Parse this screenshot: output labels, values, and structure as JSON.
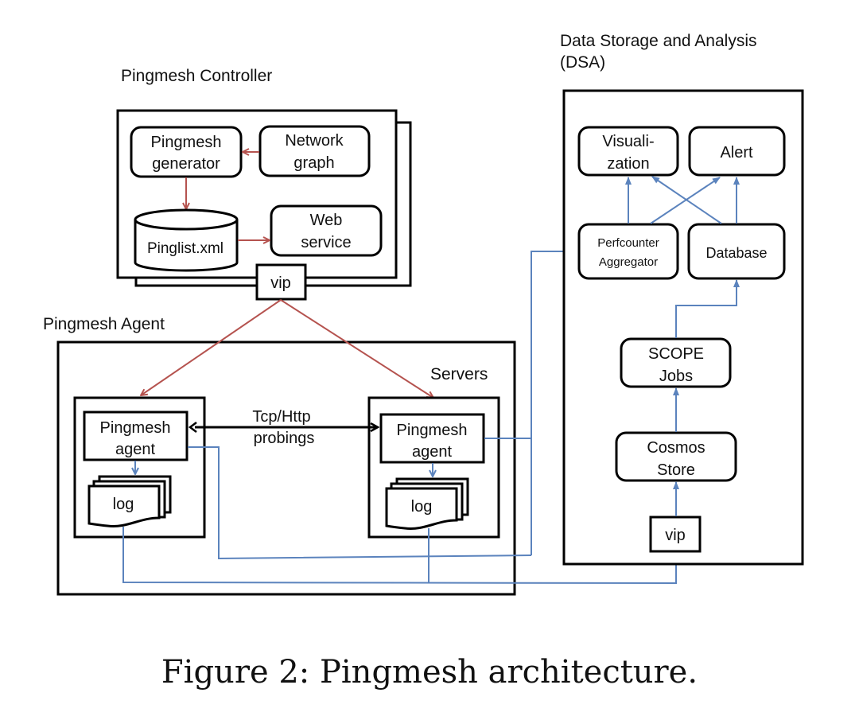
{
  "colors": {
    "control_flow": "#b5534f",
    "data_flow": "#5b83bd",
    "probe": "#000000"
  },
  "controller": {
    "title": "Pingmesh Controller",
    "generator": [
      "Pingmesh",
      "generator"
    ],
    "network_graph": [
      "Network",
      "graph"
    ],
    "pinglist": "Pinglist.xml",
    "web_service": [
      "Web",
      "service"
    ],
    "vip": "vip"
  },
  "agent": {
    "title": "Pingmesh Agent",
    "servers_label": "Servers",
    "left_agent": [
      "Pingmesh",
      "agent"
    ],
    "right_agent": [
      "Pingmesh",
      "agent"
    ],
    "log_left": "log",
    "log_right": "log",
    "probe": [
      "Tcp/Http",
      "probings"
    ]
  },
  "dsa": {
    "title": [
      "Data Storage and Analysis",
      "(DSA)"
    ],
    "visualization": [
      "Visuali-",
      "zation"
    ],
    "alert": "Alert",
    "perfcounter": [
      "Perfcounter",
      "Aggregator"
    ],
    "database": "Database",
    "scope": [
      "SCOPE",
      "Jobs"
    ],
    "cosmos": [
      "Cosmos",
      "Store"
    ],
    "vip": "vip"
  },
  "caption": "Figure 2: Pingmesh architecture."
}
